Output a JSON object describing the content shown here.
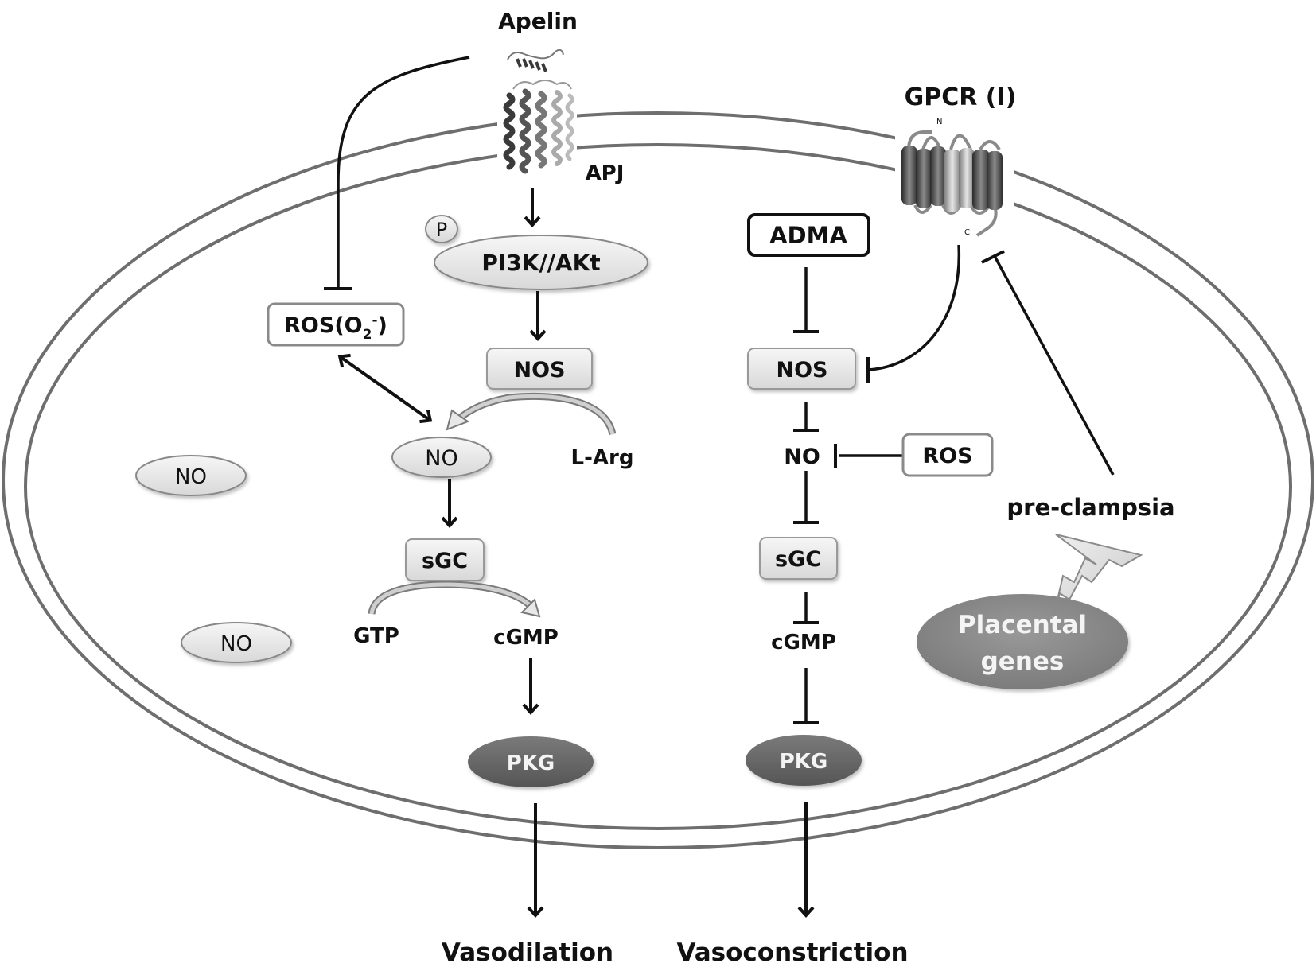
{
  "title": "Apelin / APJ and GPCR(I) signaling in vascular tone",
  "extracellular": {
    "ligand": "Apelin",
    "receptor_left": "APJ",
    "receptor_right": "GPCR (I)",
    "gpcr_n_terminus": "N",
    "gpcr_c_terminus": "C"
  },
  "left_pathway": {
    "phospho": "P",
    "pi3k_akt": "PI3K//AKt",
    "nos": "NOS",
    "l_arg": "L-Arg",
    "no": "NO",
    "ros_main": "ROS(O",
    "ros_sub": "2",
    "ros_sup": "-",
    "ros_close": ")",
    "sgc": "sGC",
    "gtp": "GTP",
    "cgmp": "cGMP",
    "pkg": "PKG",
    "outcome": "Vasodilation"
  },
  "free_no": [
    "NO",
    "NO"
  ],
  "right_pathway": {
    "adma": "ADMA",
    "nos": "NOS",
    "no": "NO",
    "ros": "ROS",
    "sgc": "sGC",
    "cgmp": "cGMP",
    "pkg": "PKG",
    "outcome": "Vasoconstriction"
  },
  "disease": {
    "condition": "pre-clampsia",
    "genes_line1": "Placental",
    "genes_line2": "genes"
  },
  "colors": {
    "membrane": "#6e6e6e",
    "node_light": "#e8e8e8",
    "node_dark": "#6a6a6a",
    "placental": "#8a8a8a",
    "arrow": "#111111"
  },
  "edges": [
    {
      "from": "Apelin",
      "to": "ROS(O2-)",
      "type": "inhibition"
    },
    {
      "from": "APJ",
      "to": "PI3K//AKt",
      "type": "activation"
    },
    {
      "from": "PI3K//AKt",
      "to": "NOS",
      "type": "activation"
    },
    {
      "from": "NOS",
      "to": "NO",
      "type": "catalysis",
      "substrate": "L-Arg"
    },
    {
      "from": "ROS(O2-)",
      "to": "NO",
      "type": "bidirectional"
    },
    {
      "from": "NO",
      "to": "sGC",
      "type": "activation"
    },
    {
      "from": "sGC",
      "to": "cGMP",
      "type": "catalysis",
      "substrate": "GTP"
    },
    {
      "from": "cGMP",
      "to": "PKG",
      "type": "activation"
    },
    {
      "from": "PKG",
      "to": "Vasodilation",
      "type": "activation"
    },
    {
      "from": "ADMA",
      "to": "NOS",
      "type": "inhibition"
    },
    {
      "from": "GPCR (I)",
      "to": "NOS",
      "type": "inhibition"
    },
    {
      "from": "pre-clampsia",
      "to": "GPCR (I)",
      "type": "inhibition"
    },
    {
      "from": "NOS",
      "to": "NO",
      "type": "inhibition"
    },
    {
      "from": "ROS",
      "to": "NO",
      "type": "inhibition"
    },
    {
      "from": "NO",
      "to": "sGC",
      "type": "inhibition"
    },
    {
      "from": "sGC",
      "to": "cGMP",
      "type": "inhibition"
    },
    {
      "from": "cGMP",
      "to": "PKG",
      "type": "inhibition"
    },
    {
      "from": "PKG",
      "to": "Vasoconstriction",
      "type": "activation"
    },
    {
      "from": "Placental genes",
      "to": "pre-clampsia",
      "type": "trigger"
    }
  ]
}
